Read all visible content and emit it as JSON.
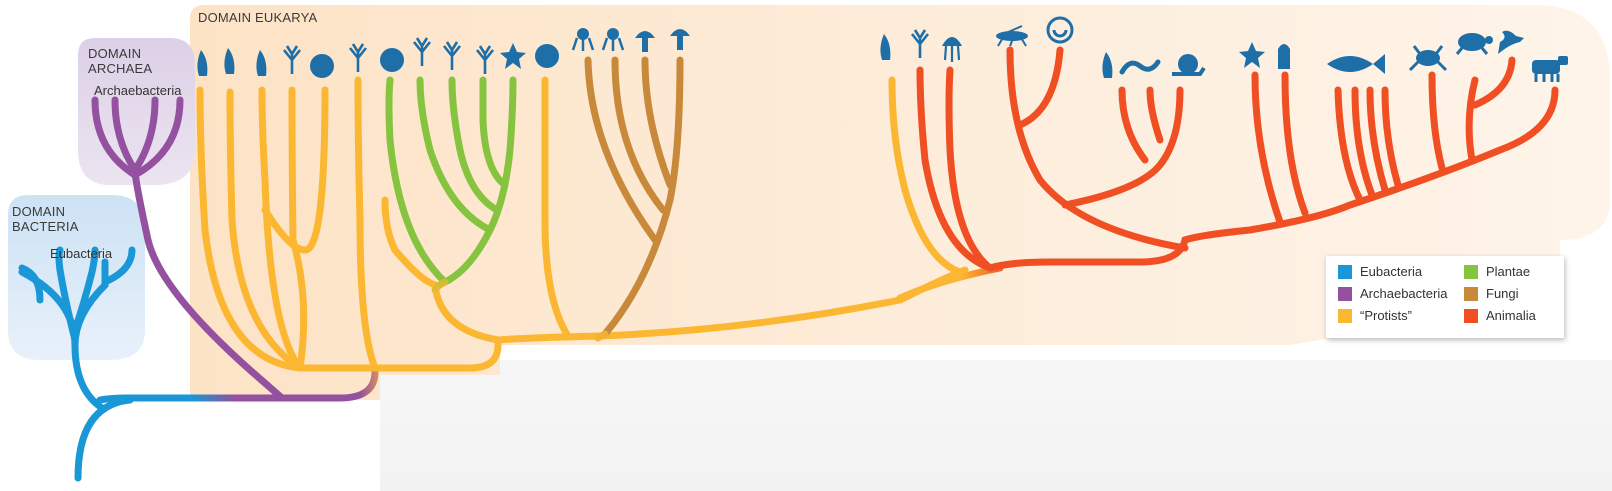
{
  "domains": [
    {
      "id": "bacteria",
      "label": "DOMAIN\nBACTERIA",
      "group": "Eubacteria"
    },
    {
      "id": "archaea",
      "label": "DOMAIN\nARCHAEA",
      "group": "Archaebacteria"
    },
    {
      "id": "eukarya",
      "label": "DOMAIN EUKARYA"
    }
  ],
  "legend": [
    {
      "label": "Eubacteria",
      "color": "#1a97d6"
    },
    {
      "label": "Plantae",
      "color": "#86c440"
    },
    {
      "label": "Archaebacteria",
      "color": "#93519f"
    },
    {
      "label": "Fungi",
      "color": "#c88a3a"
    },
    {
      "label": "“Protists”",
      "color": "#fcb732"
    },
    {
      "label": "Animalia",
      "color": "#f04e23"
    }
  ],
  "colors": {
    "eubacteria": "#1a97d6",
    "archaebacteria": "#93519f",
    "protists": "#fcb732",
    "plantae": "#86c440",
    "fungi": "#c88a3a",
    "animalia": "#f04e23",
    "organism_icons": "#1e6ea8"
  },
  "organism_icons": [
    "amoeba-icon",
    "euglena-icon",
    "paramecium-icon",
    "red-algae-icon",
    "foraminifera-icon",
    "green-algae-icon",
    "diatom-icon",
    "moss-icon",
    "fern-icon",
    "conifer-icon",
    "flowering-plant-icon",
    "slime-mold-icon",
    "mold-icon",
    "yeast-icon",
    "mushroom-icon",
    "morel-icon",
    "choanoflagellate-icon",
    "sponge-icon",
    "jellyfish-icon",
    "insect-icon",
    "roundworm-icon",
    "flatworm-icon",
    "segmented-worm-icon",
    "snail-icon",
    "sea-star-icon",
    "tunicate-icon",
    "fish-icon",
    "frog-icon",
    "turtle-icon",
    "bird-icon",
    "cow-icon"
  ]
}
